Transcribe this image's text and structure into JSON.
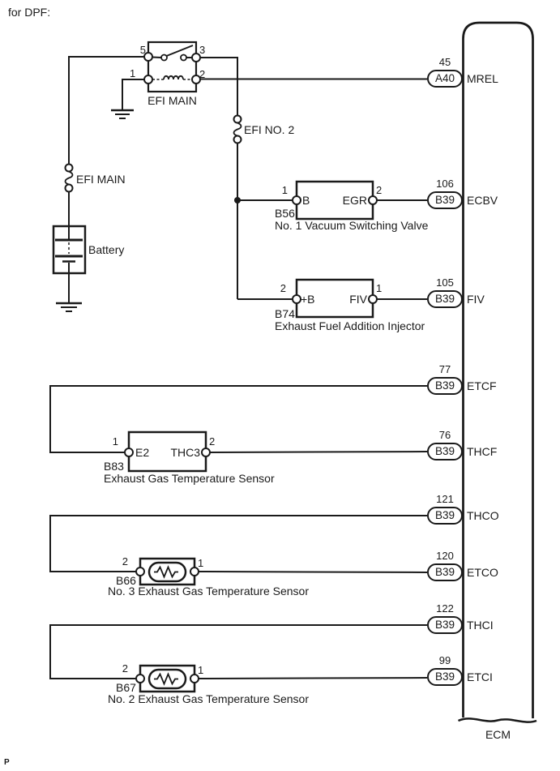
{
  "header": {
    "caption": "for DPF:"
  },
  "footnote": "P",
  "relay": {
    "label": "EFI MAIN",
    "pin_top_left": "5",
    "pin_top_right": "3",
    "pin_bottom_left": "1",
    "pin_bottom_right": "2"
  },
  "fusible_links": {
    "efi_main": "EFI MAIN",
    "efi_no2": "EFI NO. 2"
  },
  "battery": {
    "label": "Battery"
  },
  "components": {
    "b56": {
      "code": "B56",
      "name": "No. 1 Vacuum Switching Valve",
      "pin_left_no": "1",
      "pin_left_label": "B",
      "pin_right_label": "EGR",
      "pin_right_no": "2"
    },
    "b74": {
      "code": "B74",
      "name": "Exhaust Fuel Addition Injector",
      "pin_left_no": "2",
      "pin_left_label": "+B",
      "pin_right_label": "FIV",
      "pin_right_no": "1"
    },
    "b83": {
      "code": "B83",
      "name": "Exhaust Gas Temperature Sensor",
      "pin_left_no": "1",
      "pin_left_label": "E2",
      "pin_right_label": "THC3",
      "pin_right_no": "2"
    },
    "b66": {
      "code": "B66",
      "name": "No. 3 Exhaust Gas Temperature Sensor",
      "pin_left_no": "2",
      "pin_right_no": "1"
    },
    "b67": {
      "code": "B67",
      "name": "No. 2 Exhaust Gas Temperature Sensor",
      "pin_left_no": "2",
      "pin_right_no": "1"
    }
  },
  "ecm": {
    "label": "ECM",
    "pins": [
      {
        "terminal": "45",
        "connector": "A40",
        "signal": "MREL"
      },
      {
        "terminal": "106",
        "connector": "B39",
        "signal": "ECBV"
      },
      {
        "terminal": "105",
        "connector": "B39",
        "signal": "FIV"
      },
      {
        "terminal": "77",
        "connector": "B39",
        "signal": "ETCF"
      },
      {
        "terminal": "76",
        "connector": "B39",
        "signal": "THCF"
      },
      {
        "terminal": "121",
        "connector": "B39",
        "signal": "THCO"
      },
      {
        "terminal": "120",
        "connector": "B39",
        "signal": "ETCO"
      },
      {
        "terminal": "122",
        "connector": "B39",
        "signal": "THCI"
      },
      {
        "terminal": "99",
        "connector": "B39",
        "signal": "ETCI"
      }
    ]
  }
}
